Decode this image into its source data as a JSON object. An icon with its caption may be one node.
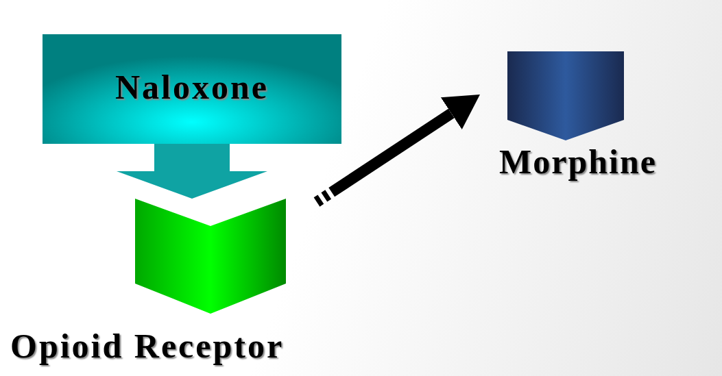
{
  "diagram": {
    "nodes": [
      {
        "text": [
          "Naloxone"
        ]
      },
      {
        "text": [
          "Opioid Receptor"
        ]
      },
      {
        "text": [
          "Morphine"
        ]
      }
    ],
    "edges": [
      {
        "from": 0,
        "to": 1,
        "arrow": "to",
        "color": "#0fa3a3"
      },
      {
        "from": null,
        "to": 2,
        "arrow": "to",
        "color": "#000000"
      }
    ]
  }
}
